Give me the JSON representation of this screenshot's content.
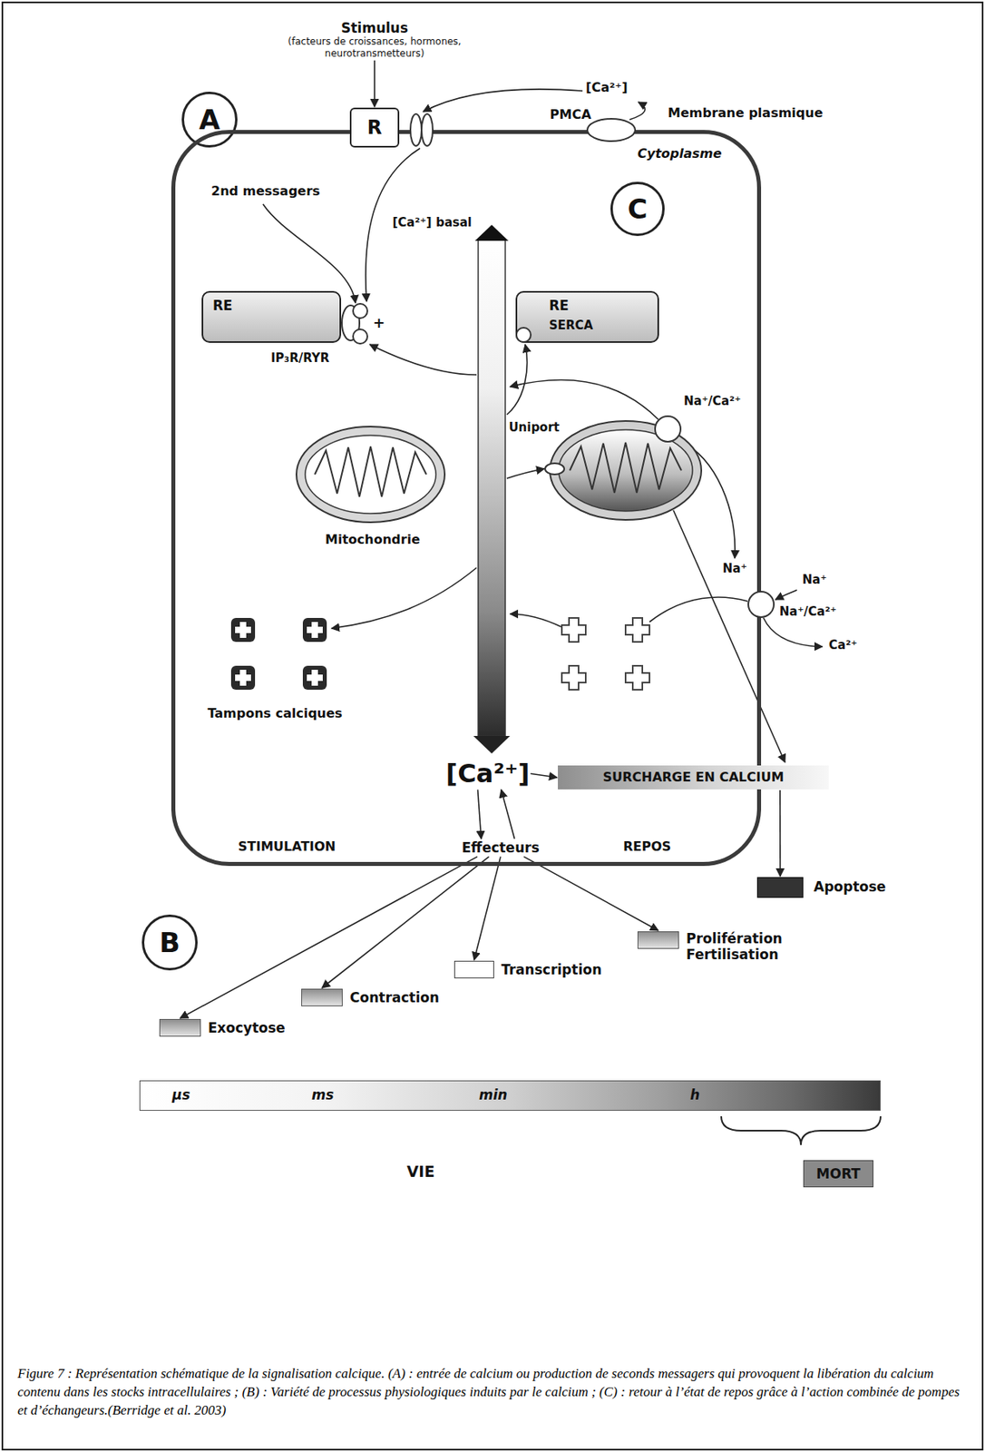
{
  "diagram": {
    "caption": "Figure 7 : Représentation schématique de la signalisation calcique. (A) : entrée de calcium ou production de seconds messagers qui provoquent la libération du calcium contenu dans les stocks intracellulaires ; (B) : Variété de processus physiologiques induits par le calcium ; (C) : retour à l’état de repos grâce à l’action combinée de pompes et d’échangeurs.(Berridge et al. 2003)",
    "nodes": [
      {
        "text": [
          "Stimulus",
          "(facteurs de croissances, hormones, neurotransmetteurs)"
        ]
      },
      {
        "text": [
          "A"
        ]
      },
      {
        "text": [
          "R"
        ]
      },
      {
        "text": [
          "Cytoplasme"
        ]
      },
      {
        "text": [
          "RE",
          "IP₃R/RYR"
        ],
        "in": 3
      },
      {
        "text": [
          "C"
        ],
        "in": 3
      },
      {
        "text": [
          "RE",
          "SERCA"
        ],
        "in": 3
      },
      {
        "text": [
          "Mitochondrie"
        ],
        "in": 3
      },
      {
        "text": [
          "[Ca²⁺]"
        ],
        "in": 3
      },
      {
        "text": [
          "SURCHARGE EN CALCIUM"
        ],
        "in": 3
      },
      {
        "text": [
          "Effecteurs"
        ],
        "in": 3
      },
      {
        "text": [
          "Apoptose"
        ]
      },
      {
        "text": [
          "B"
        ]
      },
      {
        "text": [
          "Exocytose"
        ]
      },
      {
        "text": [
          "Contraction"
        ]
      },
      {
        "text": [
          "Transcription"
        ]
      },
      {
        "text": [
          "Prolifération Fertilisation"
        ]
      },
      {
        "text": [
          "μs",
          "ms",
          "min",
          "h"
        ]
      },
      {
        "text": [
          "MORT"
        ]
      }
    ],
    "edges": [
      {
        "from": 0,
        "to": 2,
        "arrow": "to"
      },
      {
        "from": 8,
        "to": 10,
        "arrow": "to"
      },
      {
        "from": 10,
        "to": 8,
        "arrow": "to"
      },
      {
        "from": 8,
        "to": 9,
        "arrow": "to"
      },
      {
        "from": 9,
        "to": 11,
        "arrow": "to"
      },
      {
        "from": 10,
        "to": 13,
        "arrow": "to"
      },
      {
        "from": 10,
        "to": 14,
        "arrow": "to"
      },
      {
        "from": 10,
        "to": 15,
        "arrow": "to"
      },
      {
        "from": 10,
        "to": 16,
        "arrow": "to"
      }
    ],
    "labels": [
      "[Ca²⁺]",
      "PMCA",
      "Membrane plasmique",
      "2nd messagers",
      "[Ca²⁺] basal",
      "+",
      "Uniport",
      "Na⁺/Ca²⁺",
      "Na⁺",
      "Na⁺",
      "Na⁺/Ca²⁺",
      "Ca²⁺",
      "Tampons calciques",
      "STIMULATION",
      "REPOS",
      "VIE"
    ]
  }
}
